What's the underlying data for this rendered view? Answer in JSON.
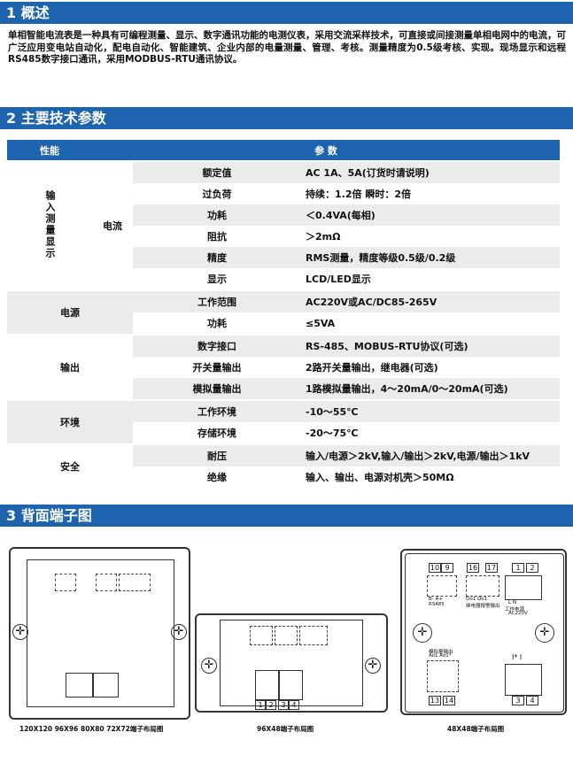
{
  "sections": {
    "overview": "1 概述",
    "params": "2 主要技术参数",
    "terminals": "3 背面端子图"
  },
  "intro": "单相智能电流表是一种具有可编程测量、显示、数字通讯功能的电测仪表，采用交流采样技术，可直接或间接测量单相电网中的电流，可广泛应用变电站自动化，配电自动化、智能建筑、企业内部的电量测量、管理、考核。测量精度为0.5级考核、实现。现场显示和远程RS485数字接口通讯，采用MODBUS-RTU通讯协议。",
  "table": {
    "head_perf": "性能",
    "head_param": "参 数",
    "g1": "输入测量显示",
    "g1_sub": "电流",
    "r_rated": "额定值",
    "v_rated": "AC 1A、5A(订货时请说明)",
    "r_overload": "过负荷",
    "v_overload": "持续：1.2倍 瞬时：2倍",
    "r_power": "功耗",
    "v_power": "＜0.4VA(每相)",
    "r_imp": "阻抗",
    "v_imp": "＞2mΩ",
    "r_acc": "精度",
    "v_acc": "RMS测量，精度等级0.5级/0.2级",
    "r_disp": "显示",
    "v_disp": "LCD/LED显示",
    "g2": "电源",
    "r_range": "工作范围",
    "v_range": "AC220V或AC/DC85-265V",
    "r_pw2": "功耗",
    "v_pw2": "≤5VA",
    "g3": "输出",
    "r_digi": "数字接口",
    "v_digi": "RS-485、MOBUS-RTU协议(可选)",
    "r_sw": "开关量输出",
    "v_sw": "2路开关量输出，继电器(可选)",
    "r_ana": "模拟量输出",
    "v_ana": "1路模拟量输出，4～20mA/0～20mA(可选)",
    "g4": "环境",
    "r_work": "工作环境",
    "v_work": "-10～55℃",
    "r_store": "存储环境",
    "v_store": "-20～75℃",
    "g5": "安全",
    "r_with": "耐压",
    "v_with": "输入/电源＞2kV,输入/输出＞2kV,电源/输出＞1kV",
    "r_ins": "绝缘",
    "v_ins": "输入、输出、电源对机壳＞50MΩ"
  },
  "diagrams": {
    "cap1": "120X120 96X96 80X80 72X72端子布局图",
    "cap2": "96X48端子布局图",
    "cap3": "48X48端子布局图",
    "n10": "10",
    "n9": "9",
    "n16": "16",
    "n17": "17",
    "n1": "1",
    "n2": "2",
    "n3": "3",
    "n4": "4",
    "n13": "13",
    "n14": "14",
    "rs485": "RS485",
    "b_a": "B-  A+",
    "relay": "继电器报警输出",
    "power": "工作电源",
    "power_ln": "L    N",
    "ac220": "AC220V",
    "analog": "模拟量输出",
    "aout": "Ao1  Ao1*",
    "oo": "Oo1  Oo1",
    "ii": "I*   I"
  }
}
